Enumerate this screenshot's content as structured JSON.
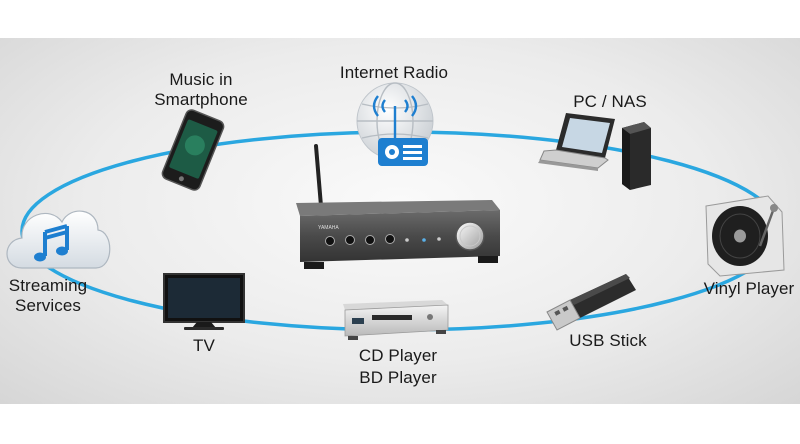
{
  "diagram": {
    "colors": {
      "ring": "#2aa7e0",
      "accent": "#1e7fd0"
    },
    "icons": [
      "phone-icon",
      "globe-radio-icon",
      "laptop-icon",
      "nas-tower-icon",
      "cloud-music-icon",
      "amplifier-icon",
      "turntable-icon",
      "tv-icon",
      "disc-player-icon",
      "usb-stick-icon"
    ],
    "nodes": {
      "smartphone": {
        "line1": "Music in",
        "line2": "Smartphone"
      },
      "internet_radio": {
        "label": "Internet Radio"
      },
      "pc_nas": {
        "label": "PC / NAS"
      },
      "streaming": {
        "line1": "Streaming",
        "line2": "Services"
      },
      "vinyl": {
        "label": "Vinyl Player"
      },
      "tv": {
        "label": "TV"
      },
      "cd_bd": {
        "line1": "CD Player",
        "line2": "BD Player"
      },
      "usb": {
        "label": "USB Stick"
      }
    },
    "hub": {
      "brand": "YAMAHA"
    }
  }
}
